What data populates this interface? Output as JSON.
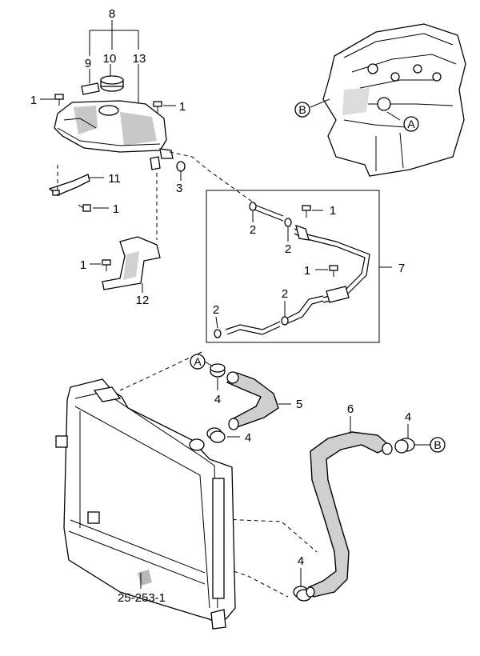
{
  "labels": {
    "l8": "8",
    "l9": "9",
    "l10": "10",
    "l13": "13",
    "l1a": "1",
    "l1b": "1",
    "l1c": "1",
    "l1d": "1",
    "l1e": "1",
    "l1f": "1",
    "l11": "11",
    "l3": "3",
    "l12": "12",
    "l2a": "2",
    "l2b": "2",
    "l2c": "2",
    "l2d": "2",
    "l7": "7",
    "l4a": "4",
    "l4b": "4",
    "l4c": "4",
    "l4d": "4",
    "l5": "5",
    "l6": "6",
    "ref": "25-253-1"
  },
  "markers": {
    "a1": "A",
    "a2": "A",
    "b1": "B",
    "b2": "B"
  }
}
